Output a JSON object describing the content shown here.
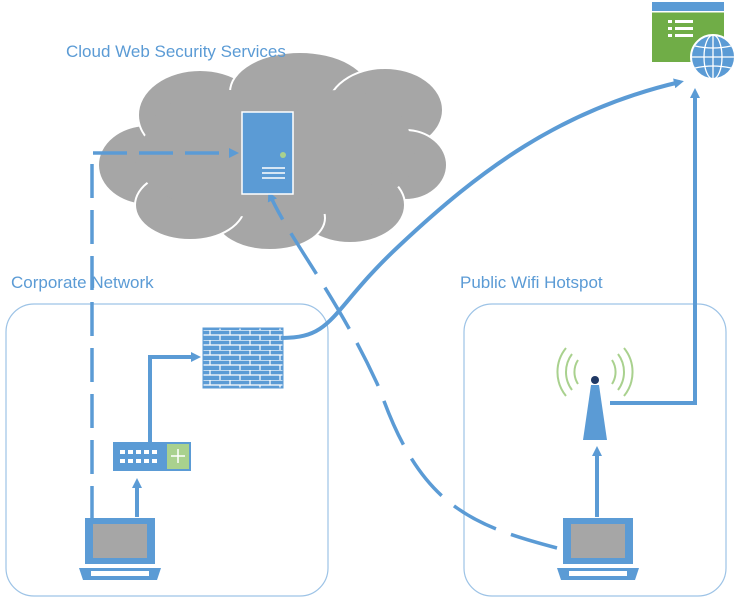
{
  "labels": {
    "cloud": "Cloud Web Security Services",
    "corporate": "Corporate Network",
    "public": "Public Wifi Hotspot"
  },
  "icons": {
    "server": "server-icon",
    "firewall": "firewall-icon",
    "switch": "network-switch-icon",
    "laptop_corporate": "laptop-icon",
    "laptop_public": "laptop-icon",
    "wifi": "wifi-antenna-icon",
    "web_app": "web-application-icon",
    "globe": "globe-icon"
  },
  "colors": {
    "accent": "#5B9BD5",
    "cloud": "#A6A6A6",
    "web_app": "#70AD47",
    "wifi_waves": "#A9D18E"
  }
}
